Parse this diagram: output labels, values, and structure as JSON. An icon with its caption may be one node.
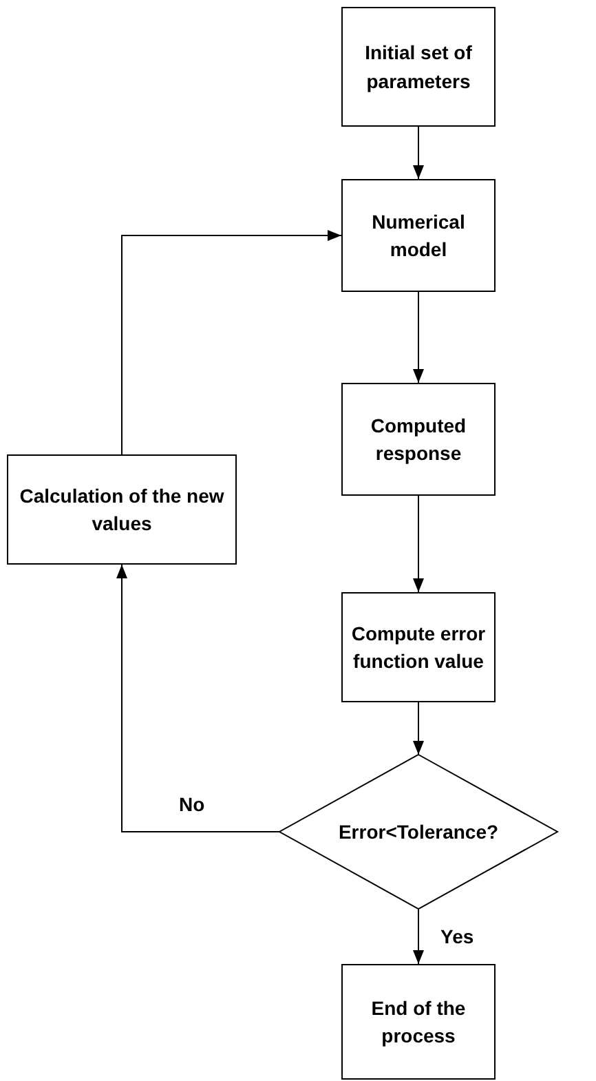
{
  "diagram": {
    "nodes": [
      {
        "text": [
          "Initial set of parameters"
        ]
      },
      {
        "text": [
          "Numerical model"
        ]
      },
      {
        "text": [
          "Computed response"
        ]
      },
      {
        "text": [
          "Calculation of the new values"
        ]
      },
      {
        "text": [
          "Compute error function value"
        ]
      },
      {
        "text": [
          "Error<Tolerance?"
        ]
      },
      {
        "text": [
          "End of the process"
        ]
      }
    ],
    "edges": [
      {
        "from": 0,
        "to": 1,
        "arrow": "to"
      },
      {
        "from": 1,
        "to": 2,
        "arrow": "to"
      },
      {
        "from": 2,
        "to": 4,
        "arrow": "to"
      },
      {
        "from": 4,
        "to": 5,
        "arrow": "to"
      },
      {
        "from": 5,
        "to": 6,
        "arrow": "to",
        "label": "Yes"
      },
      {
        "from": 5,
        "to": 3,
        "arrow": "to",
        "label": "No"
      },
      {
        "from": 3,
        "to": 1,
        "arrow": "to"
      }
    ]
  }
}
